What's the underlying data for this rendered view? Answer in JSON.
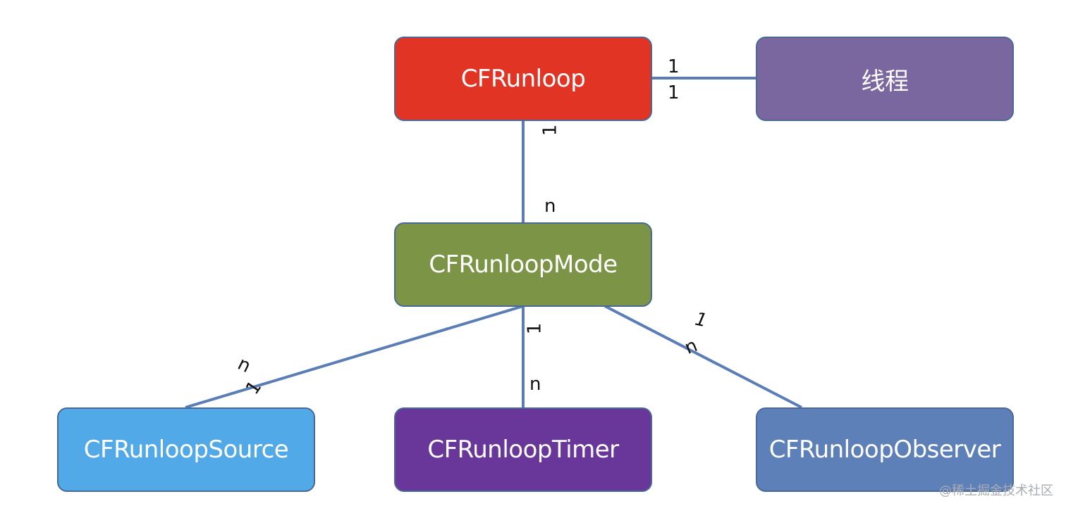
{
  "nodes": {
    "cfrunloop": {
      "label": "CFRunloop",
      "color": "#e23424"
    },
    "thread": {
      "label": "线程",
      "color": "#7b67a0"
    },
    "cfrunloopmode": {
      "label": "CFRunloopMode",
      "color": "#7c9445"
    },
    "cfrunloopsource": {
      "label": "CFRunloopSource",
      "color": "#52a9e8"
    },
    "cfrunlooptimer": {
      "label": "CFRunloopTimer",
      "color": "#69379a"
    },
    "cfrunloopobserver": {
      "label": "CFRunloopObserver",
      "color": "#5e80b8"
    }
  },
  "connector_color": "#5a7db7",
  "edges": [
    {
      "from": "CFRunloop",
      "to": "线程",
      "from_label": "1",
      "to_label": "1"
    },
    {
      "from": "CFRunloop",
      "to": "CFRunloopMode",
      "from_label": "1",
      "to_label": "n"
    },
    {
      "from": "CFRunloopMode",
      "to": "CFRunloopSource",
      "from_label": "1",
      "to_label": "n"
    },
    {
      "from": "CFRunloopMode",
      "to": "CFRunloopTimer",
      "from_label": "1",
      "to_label": "n"
    },
    {
      "from": "CFRunloopMode",
      "to": "CFRunloopObserver",
      "from_label": "1",
      "to_label": "n"
    }
  ],
  "watermark": "@稀土掘金技术社区"
}
